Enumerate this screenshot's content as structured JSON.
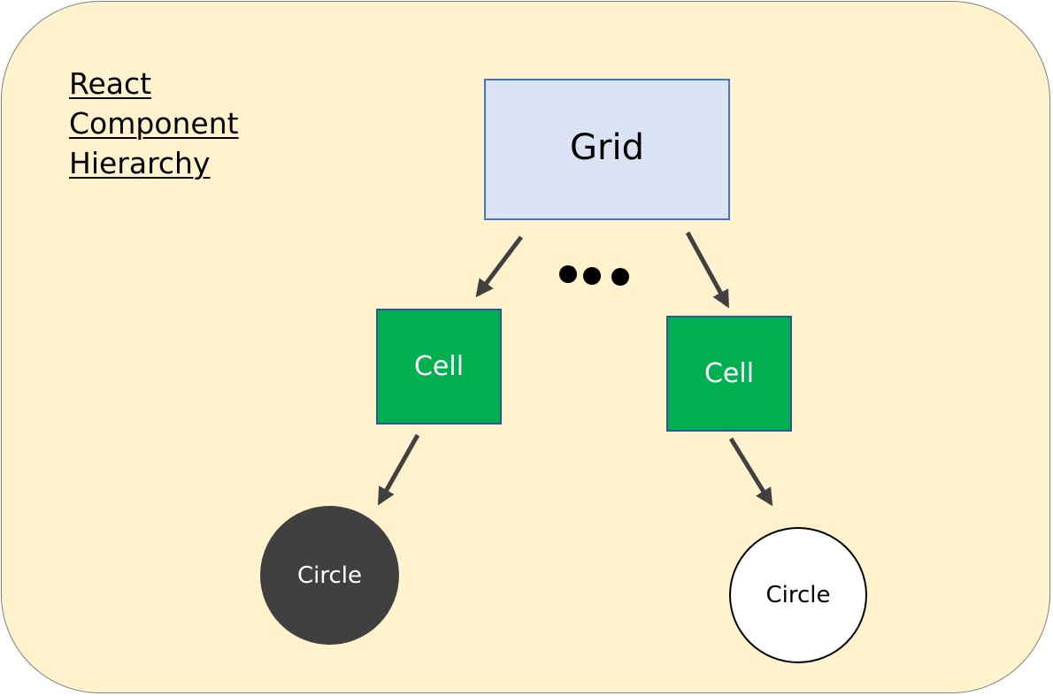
{
  "title": {
    "line1": "React",
    "line2": "Component",
    "line3": "Hierarchy"
  },
  "nodes": {
    "grid": "Grid",
    "cell_left": "Cell",
    "cell_right": "Cell",
    "circle_left": "Circle",
    "circle_right": "Circle"
  },
  "colors": {
    "background": "#fff2cc",
    "grid_fill": "#dae3f3",
    "grid_border": "#4472c4",
    "cell_fill": "#00b050",
    "circle_dark_fill": "#404040",
    "circle_light_fill": "#ffffff",
    "arrow": "#404040"
  }
}
